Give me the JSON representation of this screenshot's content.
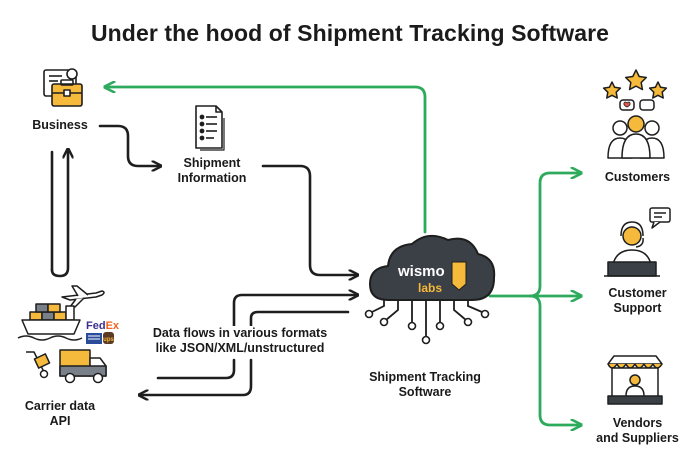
{
  "title": "Under the hood of Shipment Tracking Software",
  "nodes": {
    "business": {
      "label": "Business"
    },
    "shipment_info": {
      "line1": "Shipment",
      "line2": "Information"
    },
    "carrier": {
      "line1": "Carrier data",
      "line2": "API",
      "brands": [
        "FedEx",
        "ups"
      ]
    },
    "software": {
      "line1": "Shipment Tracking",
      "line2": "Software",
      "logo_top": "wismo",
      "logo_bottom": "labs"
    },
    "customers": {
      "label": "Customers"
    },
    "support": {
      "line1": "Customer",
      "line2": "Support"
    },
    "vendors": {
      "line1": "Vendors",
      "line2": "and Suppliers"
    }
  },
  "flow_note": {
    "line1": "Data flows in various formats",
    "line2": "like JSON/XML/unstructured"
  },
  "colors": {
    "green": "#2eaa5c",
    "dark": "#1e1e1e",
    "cloud": "#3b3f46",
    "accent": "#f5b93b"
  },
  "icons": [
    "business-icon",
    "document-icon",
    "carrier-icon",
    "cloud-icon",
    "customers-icon",
    "support-icon",
    "vendor-icon"
  ]
}
